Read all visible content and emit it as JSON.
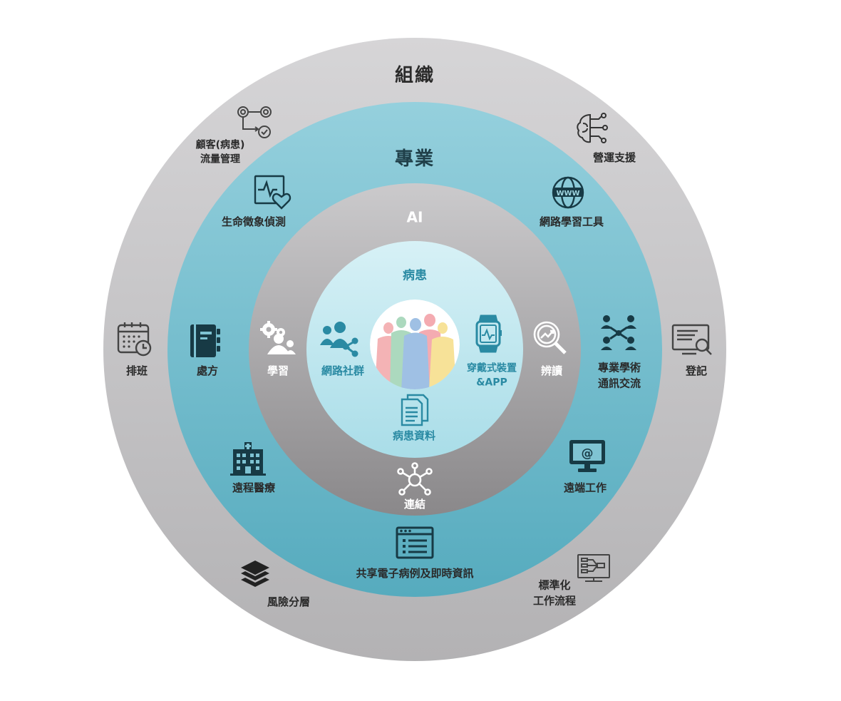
{
  "rings": {
    "outer": {
      "title": "組織",
      "color": "#c6c5c7"
    },
    "professional": {
      "title": "專業",
      "color": "#7fc3d3"
    },
    "ai": {
      "title": "AI",
      "color": "#a5a3a5"
    },
    "patient": {
      "title": "病患",
      "color": "#c9ecf3"
    }
  },
  "outer_items": {
    "patient_flow": {
      "label": "顧客(病患)\n流量管理",
      "icon": "gears-workflow-icon"
    },
    "operations": {
      "label": "營運支援",
      "icon": "brain-circuit-icon"
    },
    "scheduling": {
      "label": "排班",
      "icon": "calendar-clock-icon"
    },
    "registration": {
      "label": "登記",
      "icon": "monitor-search-icon"
    },
    "risk": {
      "label": "風險分層",
      "icon": "layers-icon"
    },
    "standardize": {
      "label": "標準化\n工作流程",
      "icon": "flow-monitor-icon"
    }
  },
  "pro_items": {
    "vitals": {
      "label": "生命徵象偵測",
      "icon": "heart-monitor-icon"
    },
    "elearning": {
      "label": "網路學習工具",
      "icon": "www-globe-icon"
    },
    "prescription": {
      "label": "處方",
      "icon": "notebook-icon"
    },
    "academic": {
      "label": "專業學術\n通訊交流",
      "icon": "people-network-icon"
    },
    "telemedicine": {
      "label": "遠程醫療",
      "icon": "hospital-icon"
    },
    "remote_work": {
      "label": "遠端工作",
      "icon": "at-monitor-icon"
    },
    "shared_records": {
      "label": "共享電子病例及即時資訊",
      "icon": "browser-list-icon"
    }
  },
  "ai_items": {
    "learning": {
      "label": "學習",
      "icon": "gear-person-icon"
    },
    "interpret": {
      "label": "辨讀",
      "icon": "magnifier-chart-icon"
    },
    "connect": {
      "label": "連結",
      "icon": "hub-icon"
    }
  },
  "patient_items": {
    "social": {
      "label": "網路社群",
      "icon": "people-share-icon"
    },
    "wearable": {
      "label": "穿戴式裝置\n&APP",
      "icon": "smartwatch-icon"
    },
    "records": {
      "label": "病患資料",
      "icon": "documents-icon"
    },
    "people": {
      "icon": "crowd-silhouettes-icon"
    }
  }
}
